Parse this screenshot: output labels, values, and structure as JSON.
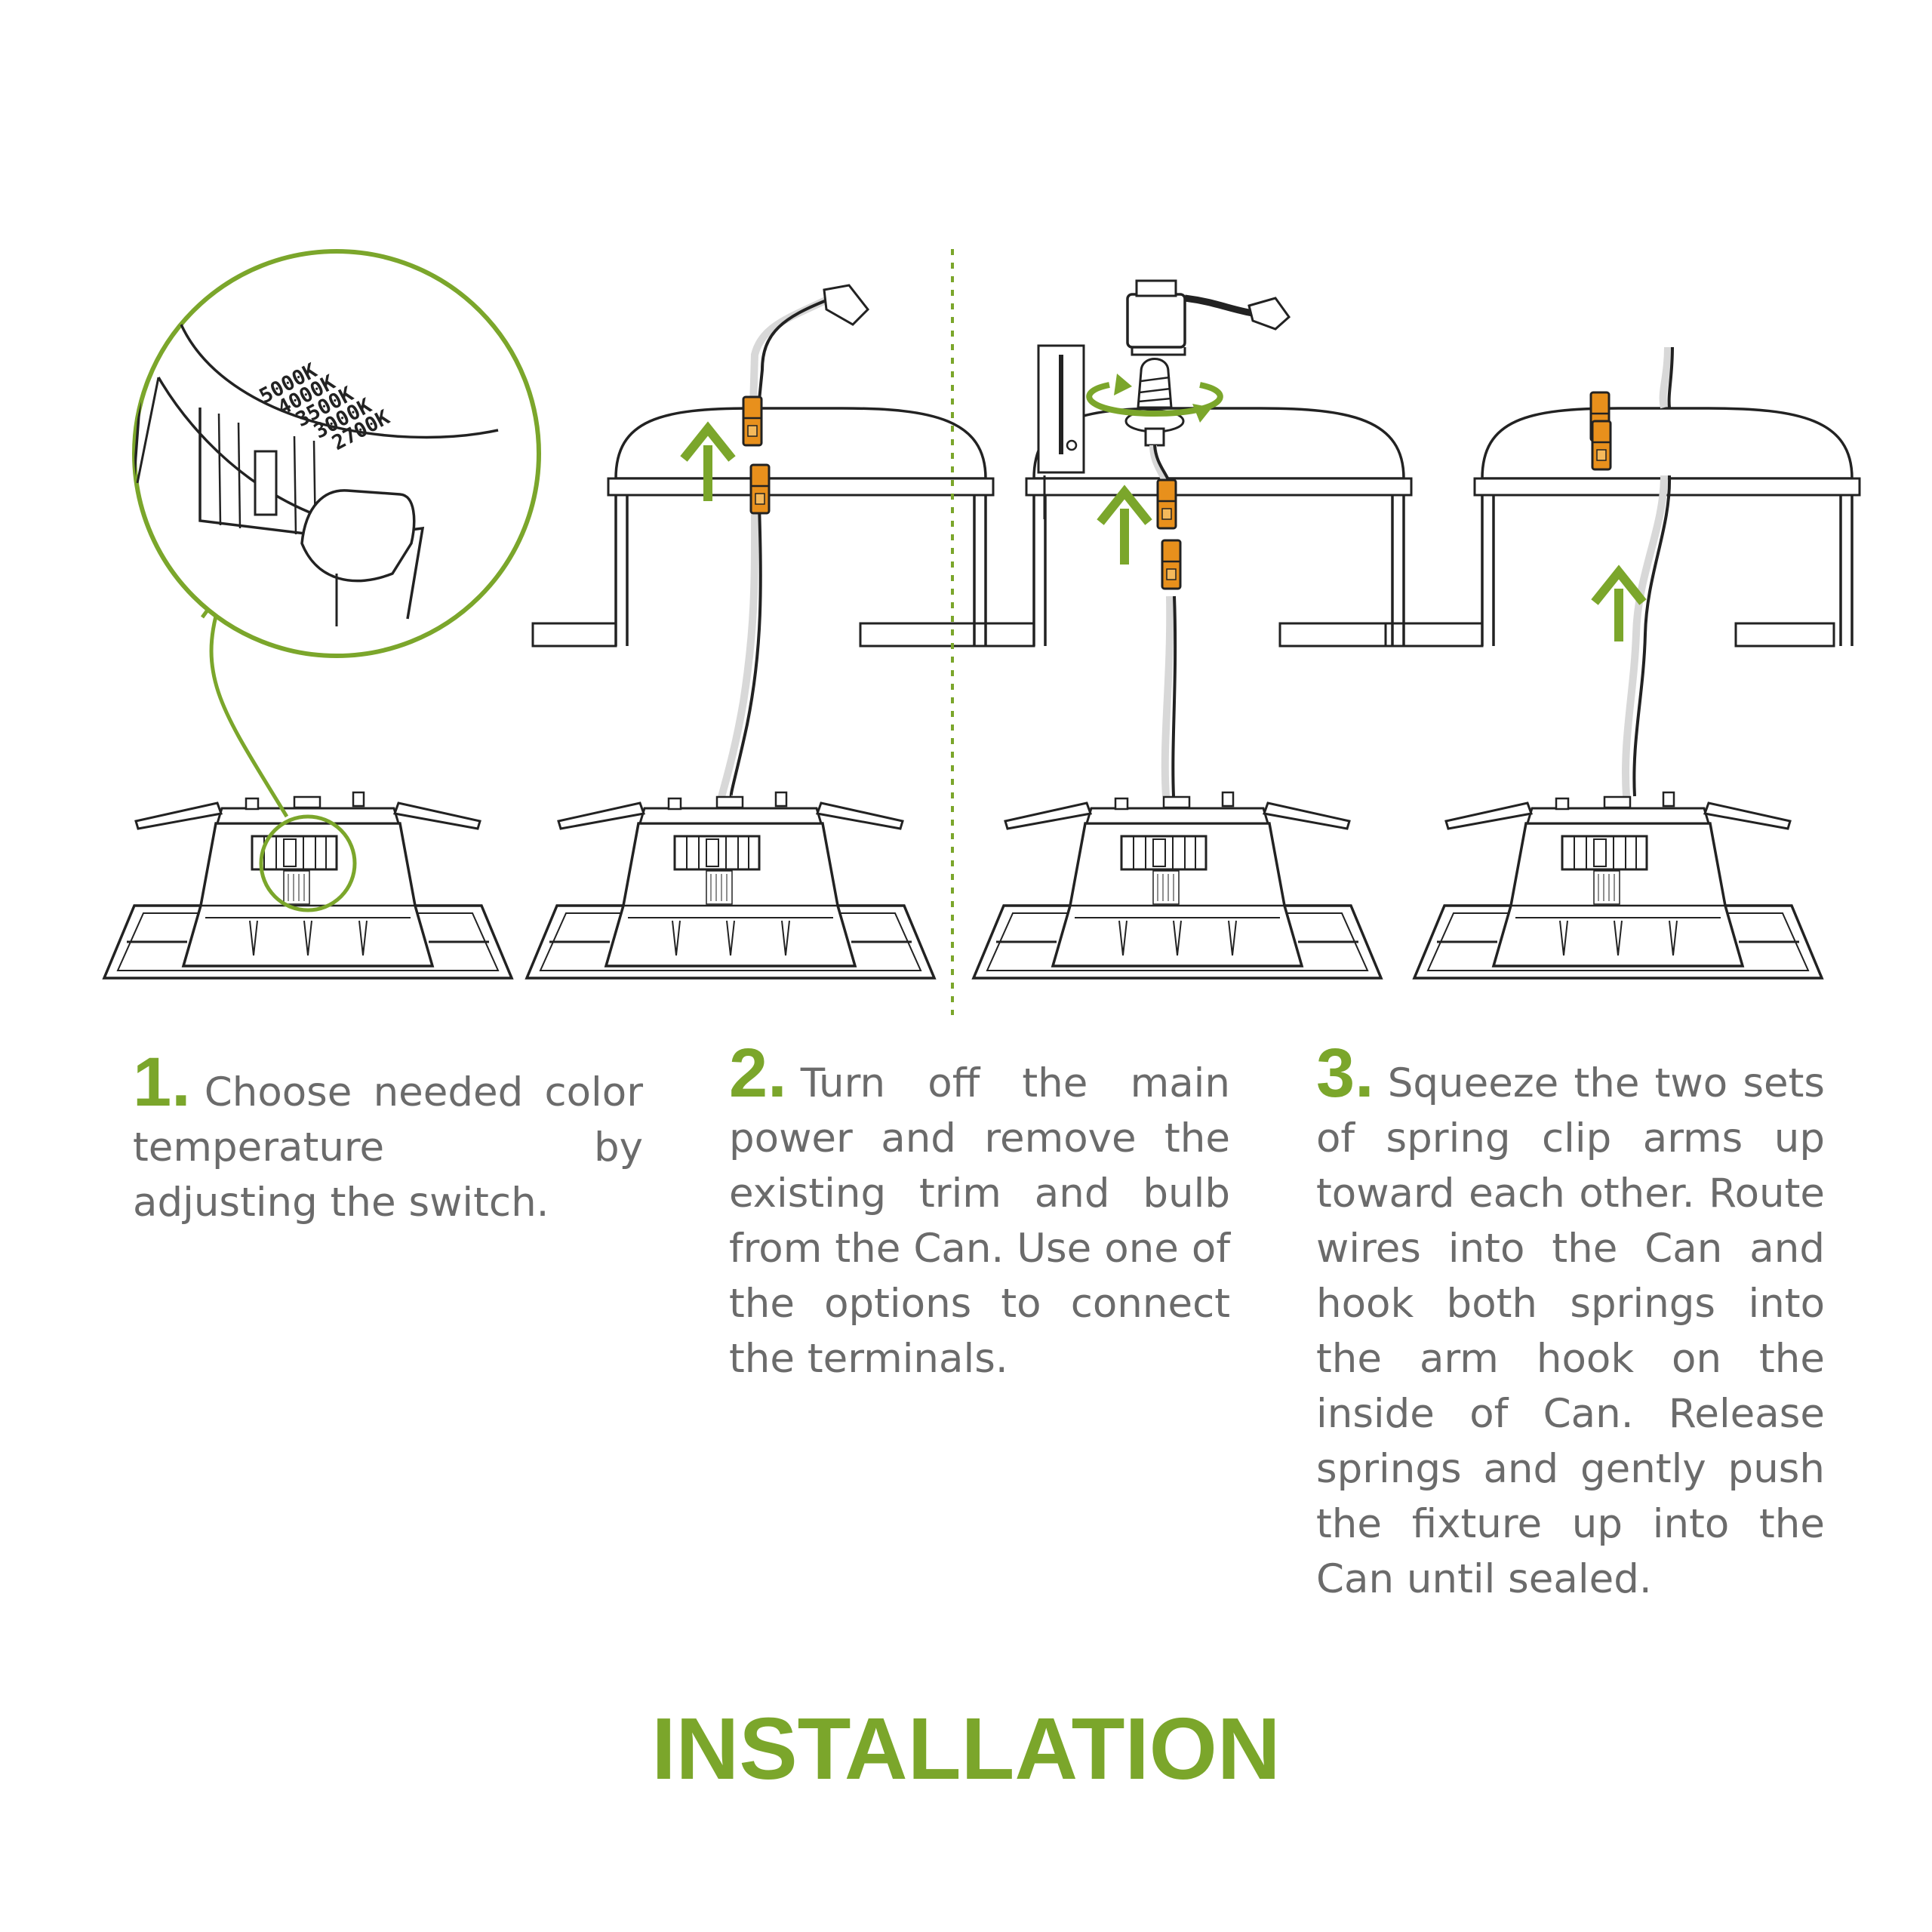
{
  "steps": [
    {
      "number": "1.",
      "text": "Choose needed color temperature by adjusting the switch."
    },
    {
      "number": "2.",
      "text": "Turn off the main power and remove the existing trim and bulb from the Can. Use one of the options to connect the terminals."
    },
    {
      "number": "3.",
      "text": "Squeeze the two sets of spring clip arms up toward each other. Route wires into the Can and hook both springs into the arm hook on the inside of Can. Release springs and gently push the fixture up into the Can until sealed."
    }
  ],
  "temperatures": [
    "5000K",
    "4000K",
    "3500K",
    "3000K",
    "2700K"
  ],
  "title": "INSTALLATION",
  "colors": {
    "accent": "#7ba62b",
    "connector": "#e8901c",
    "line": "#222222",
    "text": "#6b6b6b"
  },
  "icons": [
    "arrow-up-icon",
    "rotate-icon",
    "bulb-icon",
    "junction-box-icon",
    "magnifier-icon"
  ]
}
